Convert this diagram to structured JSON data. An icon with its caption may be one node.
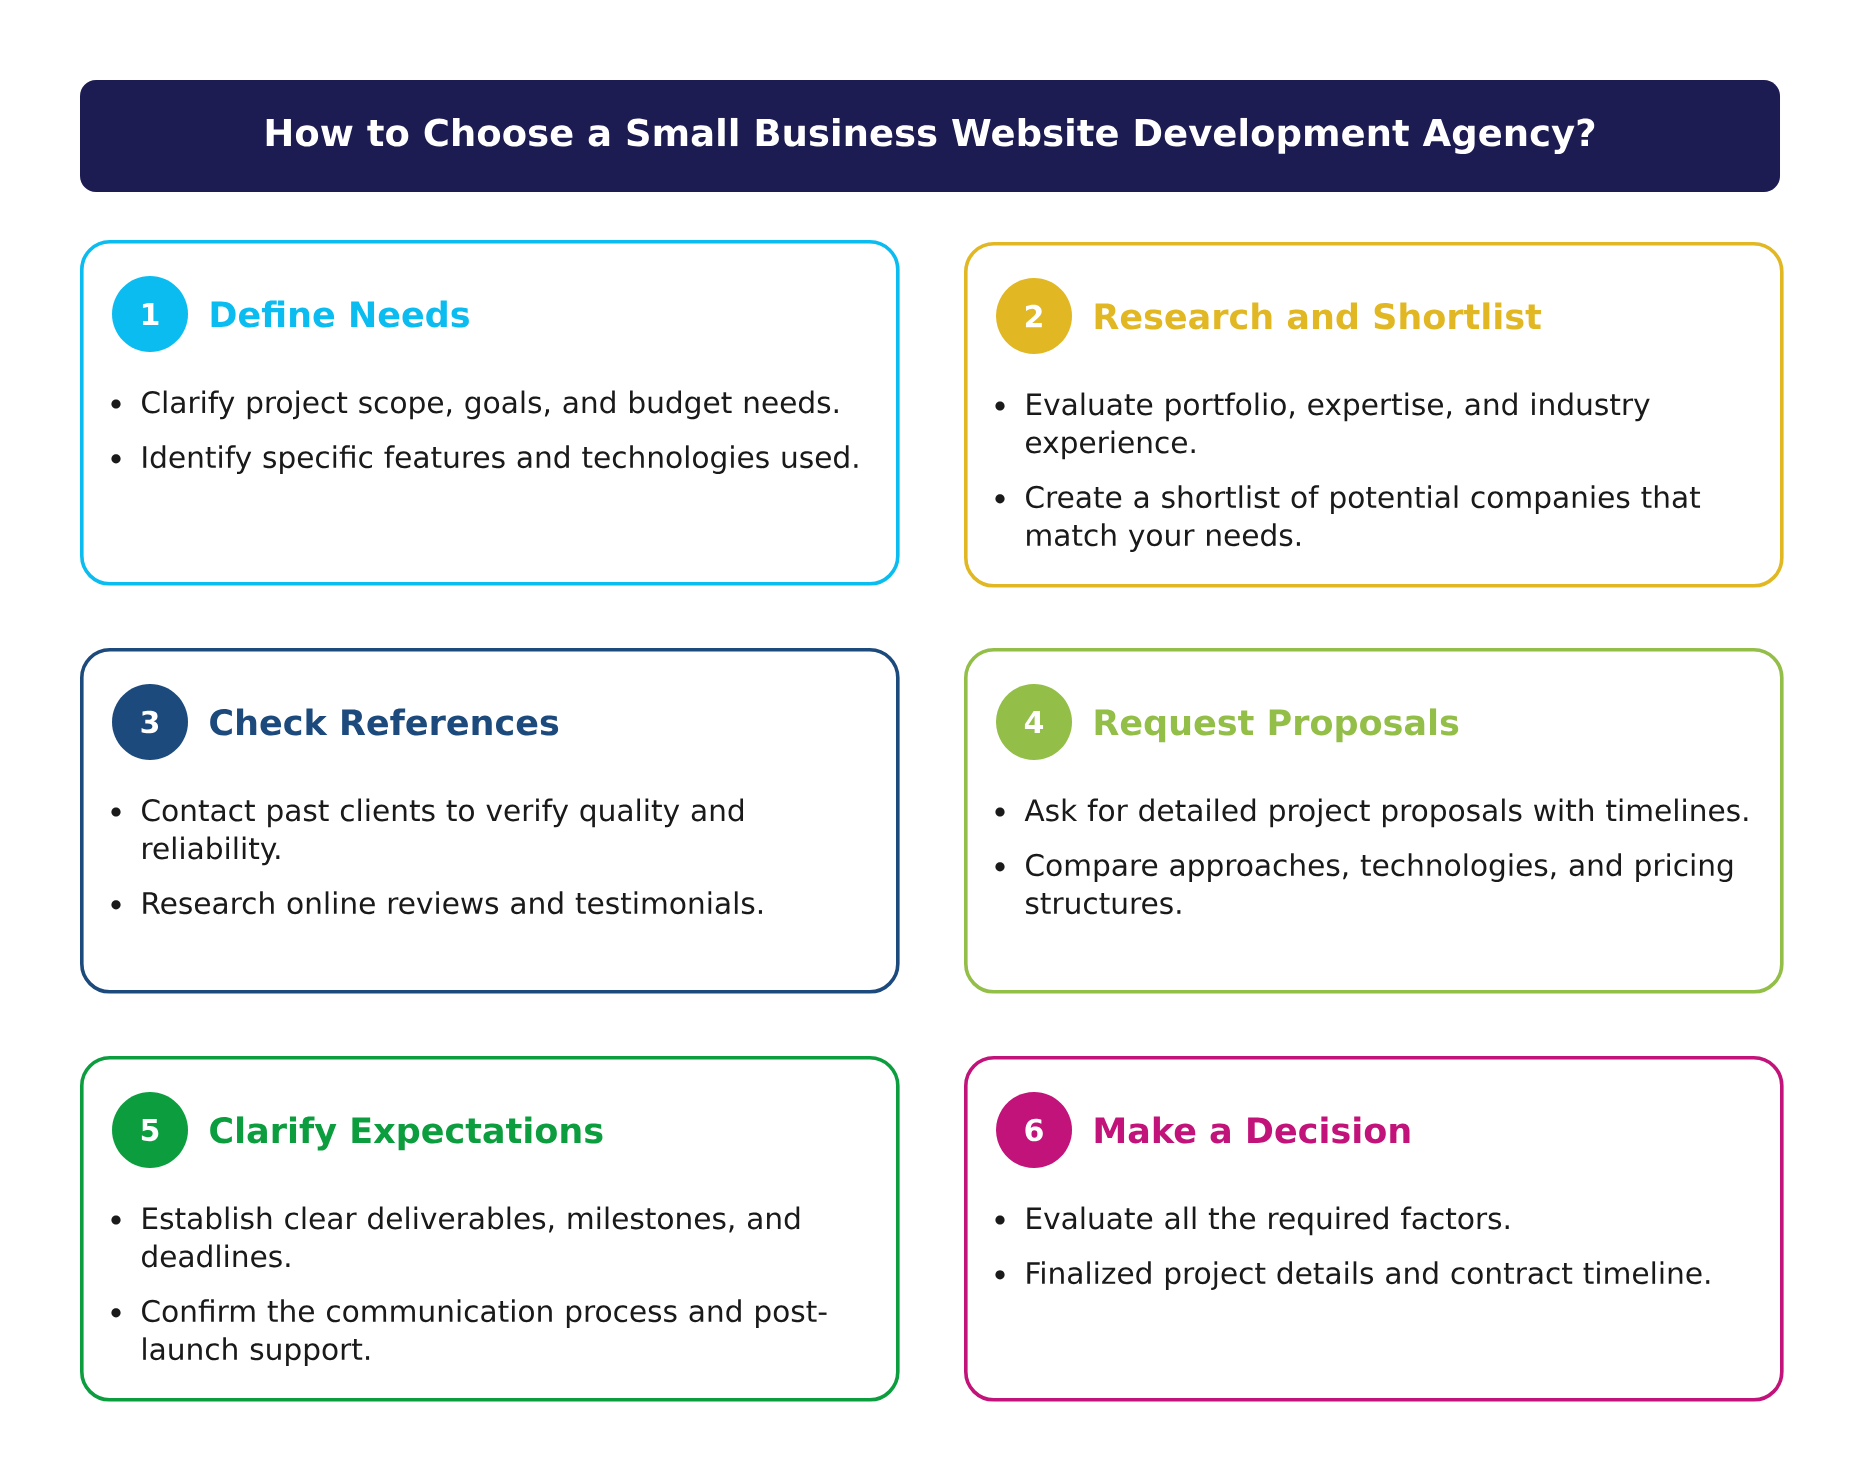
{
  "diagram": {
    "title": "How to Choose a Small Business Website Development Agency?",
    "nodes": [
      {
        "text": [
          "Define Needs",
          "Clarify project scope, goals, and budget needs.",
          "Identify specific features and technologies used."
        ]
      },
      {
        "text": [
          "1"
        ],
        "in": 0
      },
      {
        "text": [
          "Research and Shortlist",
          "Evaluate portfolio, expertise, and industry experience.",
          "Create a shortlist of potential companies that match your needs."
        ]
      },
      {
        "text": [
          "2"
        ],
        "in": 2
      },
      {
        "text": [
          "Check References",
          "Contact past clients to verify quality and reliability.",
          "Research online reviews and testimonials."
        ]
      },
      {
        "text": [
          "3"
        ],
        "in": 4
      },
      {
        "text": [
          "Request Proposals",
          "Ask for detailed project proposals with timelines.",
          "Compare approaches, technologies, and pricing structures."
        ]
      },
      {
        "text": [
          "4"
        ],
        "in": 6
      },
      {
        "text": [
          "Clarify Expectations",
          "Establish clear deliverables, milestones, and deadlines.",
          "Confirm the communication process and post-launch support."
        ]
      },
      {
        "text": [
          "5"
        ],
        "in": 8
      },
      {
        "text": [
          "Make a Decision",
          "Evaluate all the required factors.",
          "Finalized project details and contract timeline."
        ]
      },
      {
        "text": [
          "6"
        ],
        "in": 10
      }
    ]
  }
}
